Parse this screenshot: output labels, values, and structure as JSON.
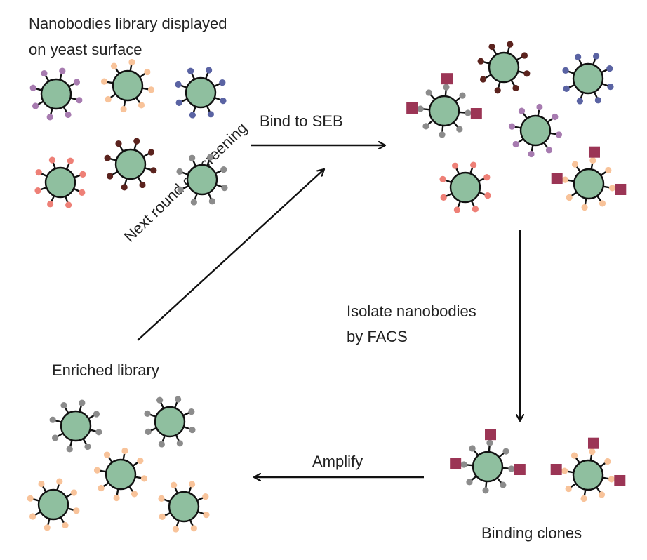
{
  "labels": {
    "library": [
      "Nanobodies library displayed",
      "on yeast surface"
    ],
    "bind": "Bind to SEB",
    "next_round": "Next round of screening",
    "isolate": [
      "Isolate nanobodies",
      "by FACS"
    ],
    "enriched": "Enriched library",
    "amplify": "Amplify",
    "binding_clones": "Binding clones"
  },
  "colors": {
    "cell_fill": "#8fbf9f",
    "stroke": "#111111",
    "antigen": "#9b3555",
    "purple": "#a77bb0",
    "peach": "#f8c39a",
    "blue": "#5a63a3",
    "coral": "#ee8077",
    "maroon": "#5b231e",
    "gray": "#8c8c8c"
  }
}
